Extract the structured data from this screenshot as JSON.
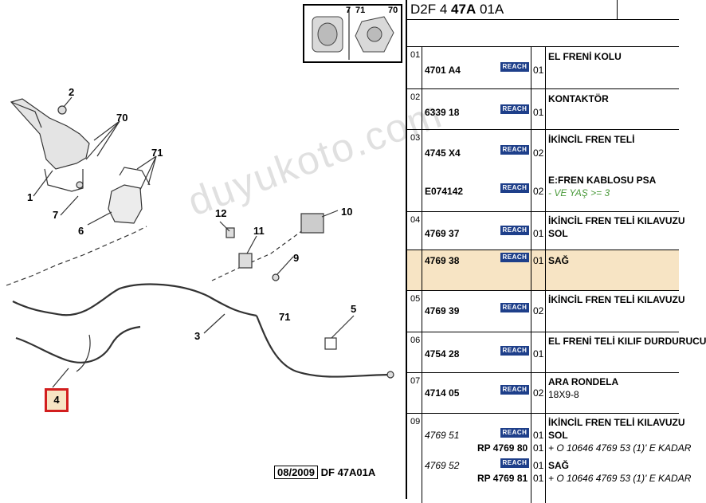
{
  "header": {
    "code_prefix": "D2F 4",
    "code_bold": "47A",
    "code_suffix": "01A"
  },
  "thumbs": {
    "a": "7",
    "b": "71",
    "c": "70"
  },
  "callouts": [
    "1",
    "2",
    "3",
    "5",
    "6",
    "7",
    "9",
    "10",
    "11",
    "12",
    "70",
    "70b",
    "71",
    "71b"
  ],
  "callout_labels": {
    "1": "1",
    "2": "2",
    "3": "3",
    "5": "5",
    "6": "6",
    "7": "7",
    "9": "9",
    "10": "10",
    "11": "11",
    "12": "12",
    "70": "70",
    "71": "71",
    "71b": "71",
    "4": "4"
  },
  "footer": {
    "date": "08/2009",
    "ref": "DF 47A01A"
  },
  "watermark": "duyukoto.com",
  "reach_label": "REACH",
  "rows": [
    {
      "num": "01",
      "height": 53,
      "entries": [
        {
          "pn": "4701 A4",
          "reach": true,
          "qty": "01",
          "desc": "EL FRENİ KOLU",
          "top_pn": 22,
          "top_desc": 5
        }
      ]
    },
    {
      "num": "02",
      "height": 51,
      "entries": [
        {
          "pn": "6339 18",
          "reach": true,
          "qty": "01",
          "desc": "KONTAKTÖR",
          "top_pn": 22,
          "top_desc": 5
        }
      ]
    },
    {
      "num": "03",
      "height": 103,
      "entries": [
        {
          "pn": "4745 X4",
          "reach": true,
          "qty": "02",
          "desc": "İKİNCİL FREN TELİ",
          "top_pn": 22,
          "top_desc": 5
        },
        {
          "pn": "E074142",
          "reach": true,
          "qty": "02",
          "desc": "E:FREN KABLOSU PSA",
          "note": "- VE YAŞ >= 3",
          "note_green": true,
          "top_pn": 70,
          "top_desc": 56
        }
      ]
    },
    {
      "num": "04",
      "height": 48,
      "entries": [
        {
          "pn": "4769 37",
          "reach": true,
          "qty": "01",
          "desc": "İKİNCİL FREN TELİ KILAVUZU",
          "desc2": "SOL",
          "top_pn": 20,
          "top_desc": 4
        }
      ]
    },
    {
      "num": "",
      "height": 51,
      "hl": true,
      "entries": [
        {
          "pn": "4769 38",
          "reach": true,
          "qty": "01",
          "desc": "SAĞ",
          "top_pn": 6,
          "top_desc": 6
        }
      ]
    },
    {
      "num": "05",
      "height": 52,
      "entries": [
        {
          "pn": "4769 39",
          "reach": true,
          "qty": "02",
          "desc": "İKİNCİL FREN TELİ KILAVUZU",
          "top_pn": 18,
          "top_desc": 4
        }
      ]
    },
    {
      "num": "06",
      "height": 51,
      "entries": [
        {
          "pn": "4754 28",
          "reach": true,
          "qty": "01",
          "desc": "EL FRENİ TELİ KILIF DURDURUCU",
          "top_pn": 20,
          "top_desc": 4
        }
      ]
    },
    {
      "num": "07",
      "height": 51,
      "entries": [
        {
          "pn": "4714 05",
          "reach": true,
          "qty": "02",
          "desc": "ARA RONDELA",
          "desc2": "18X9-8",
          "desc2_normal": true,
          "top_pn": 18,
          "top_desc": 4
        }
      ]
    }
  ],
  "row09": {
    "num": "09",
    "a_pn": "4769 51",
    "a_qty": "01",
    "a_desc": "İKİNCİL FREN TELİ KILAVUZU",
    "a_desc2": "SOL",
    "a_rp": "RP 4769 80",
    "a_rp_qty": "01",
    "a_rp_note": "+ O 10646 4769 53 (1)' E KADAR",
    "b_pn": "4769 52",
    "b_qty": "01",
    "b_desc": "SAĞ",
    "b_rp": "RP 4769 81",
    "b_rp_qty": "01",
    "b_rp_note": "+ O 10646 4769 53 (1)' E KADAR"
  }
}
